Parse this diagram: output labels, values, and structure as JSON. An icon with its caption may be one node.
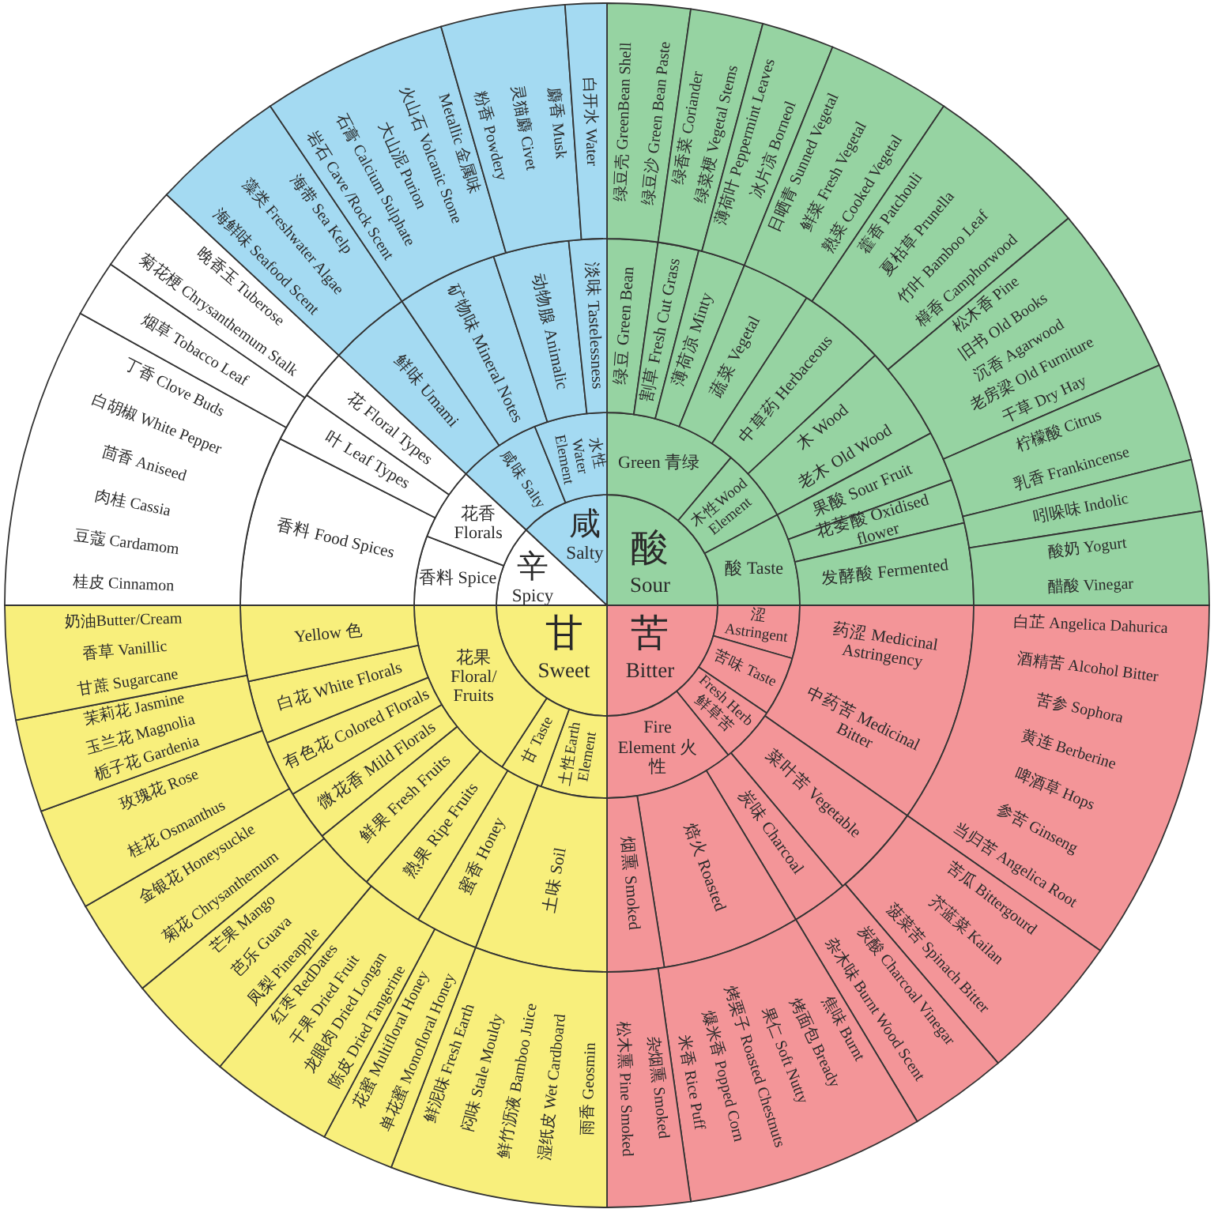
{
  "diagram": {
    "nodes": [
      {
        "text": [
          "酸",
          "Sour"
        ]
      },
      {
        "text": [
          "Green 青绿"
        ]
      },
      {
        "text": [
          "木性Wood Element"
        ]
      },
      {
        "text": [
          "酸 Taste"
        ]
      },
      {
        "text": [
          "绿豆 Green Bean"
        ]
      },
      {
        "text": [
          "割草 Fresh Cut Grass"
        ]
      },
      {
        "text": [
          "薄荷凉 Minty"
        ]
      },
      {
        "text": [
          "蔬菜 Vegetal"
        ]
      },
      {
        "text": [
          "中草药 Herbaceous"
        ]
      },
      {
        "text": [
          "木 Wood",
          "老木 Old Wood"
        ]
      },
      {
        "text": [
          "果酸 Sour Fruit"
        ]
      },
      {
        "text": [
          "花萎酸 Oxidised flower"
        ]
      },
      {
        "text": [
          "发酵酸 Fermented"
        ]
      },
      {
        "text": [
          "绿豆壳 GreenBean Shell",
          "绿豆沙 Green Bean Paste"
        ]
      },
      {
        "text": [
          "绿香菜 Coriander",
          "绿菜梗 Vegetal Stems"
        ]
      },
      {
        "text": [
          "薄荷叶 Peppermint Leaves",
          "冰片凉 Borneol"
        ]
      },
      {
        "text": [
          "日晒青 Sunned Vegetal",
          "鲜菜 Fresh Vegetal",
          "熟菜 Cooked Vegetal"
        ]
      },
      {
        "text": [
          "藿香 Patchouli",
          "夏枯草 Prunella",
          "竹叶 Bamboo Leaf",
          "樟香 Camphorwood"
        ]
      },
      {
        "text": [
          "松木香 Pine",
          "旧书 Old Books",
          "沉香 Agarwood",
          "老房梁 Old Furniture",
          "干草 Dry Hay"
        ]
      },
      {
        "text": [
          "柠檬酸 Citrus",
          "乳香 Frankincense"
        ]
      },
      {
        "text": [
          "吲哚味 Indolic"
        ]
      },
      {
        "text": [
          "酸奶 Yogurt",
          "醋酸 Vinegar"
        ]
      },
      {
        "text": [
          "苦",
          "Bitter"
        ]
      },
      {
        "text": [
          "涩 Astringent"
        ]
      },
      {
        "text": [
          "苦味 Taste"
        ]
      },
      {
        "text": [
          "Fresh Herb 鲜草苦"
        ]
      },
      {
        "text": [
          "Fire Element 火性"
        ]
      },
      {
        "text": [
          "药涩 Medicinal Astringency",
          "中药苦 Medicinal Bitter"
        ]
      },
      {
        "text": [
          "菜叶苦 Vegetable"
        ]
      },
      {
        "text": [
          "炭味 Charcoal"
        ]
      },
      {
        "text": [
          "焙火 Roasted"
        ]
      },
      {
        "text": [
          "烟熏 Smoked"
        ]
      },
      {
        "text": [
          "白芷 Angelica Dahurica",
          "酒精苦 Alcohol Bitter",
          "苦参 Sophora",
          "黄连 Berberine",
          "啤酒草 Hops",
          "参苦 Ginseng",
          "当归苦 Angelica Root"
        ]
      },
      {
        "text": [
          "苦瓜 Bittergourd",
          "芥蓝菜 Kailan",
          "菠菜苦 Spinach Bitter"
        ]
      },
      {
        "text": [
          "炭酸 Charcoal Vinegar",
          "杂木味 Burnt Wood Scent"
        ]
      },
      {
        "text": [
          "焦味 Burnt",
          "烤面包 Bready",
          "果仁 Soft Nutty",
          "烤栗子 Roasted Chestnuts",
          "爆米香 Popped Corn",
          "米香 Rice Puff"
        ]
      },
      {
        "text": [
          "杂烟熏 Smoked",
          "松木熏 Pine Smoked"
        ]
      },
      {
        "text": [
          "甘",
          "Sweet"
        ]
      },
      {
        "text": [
          "土性Earth Element"
        ]
      },
      {
        "text": [
          "甘 Taste"
        ]
      },
      {
        "text": [
          "花果 Floral/ Fruits"
        ]
      },
      {
        "text": [
          "土味 Soil"
        ]
      },
      {
        "text": [
          "蜜香 Honey"
        ]
      },
      {
        "text": [
          "熟果 Ripe Fruits"
        ]
      },
      {
        "text": [
          "鲜果 Fresh Fruits"
        ]
      },
      {
        "text": [
          "微花香 Mild Florals"
        ]
      },
      {
        "text": [
          "有色花 Colored Florals"
        ]
      },
      {
        "text": [
          "白花 White Florals"
        ]
      },
      {
        "text": [
          "Yellow 色"
        ]
      },
      {
        "text": [
          "鲜泥味 Fresh Earth",
          "闷味 Stale Mouldy",
          "鲜竹沥液 Bamboo Juice",
          "湿纸皮 Wet Cardboard",
          "雨香 Geosmin"
        ]
      },
      {
        "text": [
          "花蜜 Multifloral Honey",
          "单花蜜 Monofloral Honey"
        ]
      },
      {
        "text": [
          "红枣 RedDates",
          "干果 Dried Fruit",
          "龙眼肉 Dried Longan",
          "陈皮 Dried Tangerine"
        ]
      },
      {
        "text": [
          "芒果 Mango",
          "芭乐 Guava",
          "凤梨 Pineapple"
        ]
      },
      {
        "text": [
          "金银花 Honeysuckle",
          "菊花 Chrysanthemum"
        ]
      },
      {
        "text": [
          "玫瑰花 Rose",
          "桂花 Osmanthus"
        ]
      },
      {
        "text": [
          "茉莉花 Jasmine",
          "玉兰花 Magnolia",
          "栀子花 Gardenia"
        ]
      },
      {
        "text": [
          "奶油Butter/Cream",
          "香草 Vanillic",
          "甘蔗 Sugarcane"
        ]
      },
      {
        "text": [
          "辛",
          "Spicy"
        ]
      },
      {
        "text": [
          "香料 Spice"
        ]
      },
      {
        "text": [
          "花香 Florals"
        ]
      },
      {
        "text": [
          "香料 Food Spices"
        ]
      },
      {
        "text": [
          "叶 Leaf Types"
        ]
      },
      {
        "text": [
          "花 Floral Types"
        ]
      },
      {
        "text": [
          "丁香 Clove Buds",
          "白胡椒 White Pepper",
          "茴香 Aniseed",
          "肉桂 Cassia",
          "豆蔻 Cardamom",
          "桂皮 Cinnamon"
        ]
      },
      {
        "text": [
          "烟草 Tobacco Leaf"
        ]
      },
      {
        "text": [
          "晚香玉 Tuberose",
          "菊花梗 Chrysanthemum Stalk"
        ]
      },
      {
        "text": [
          "咸",
          "Salty"
        ]
      },
      {
        "text": [
          "咸味 Salty"
        ]
      },
      {
        "text": [
          "水性 Water Element"
        ]
      },
      {
        "text": [
          "鲜味 Umami"
        ]
      },
      {
        "text": [
          "矿物味 Mineral Notes"
        ]
      },
      {
        "text": [
          "动物腺 Animalic"
        ]
      },
      {
        "text": [
          "淡味 Tastelessness"
        ]
      },
      {
        "text": [
          "海带 Sea Kelp",
          "藻类 Freshwater Algae",
          "海鲜味 Seafood Scent"
        ]
      },
      {
        "text": [
          "Metallic 金属味",
          "火山石 Volcanic Stone",
          "大山泥 Purion",
          "石膏 Calcium Sulphate",
          "岩石 Cave /Rock Scent"
        ]
      },
      {
        "text": [
          "麝香 Musk",
          "灵猫麝 Civet",
          "粉香 Powdery"
        ]
      },
      {
        "text": [
          "白开水 Water"
        ]
      }
    ]
  }
}
